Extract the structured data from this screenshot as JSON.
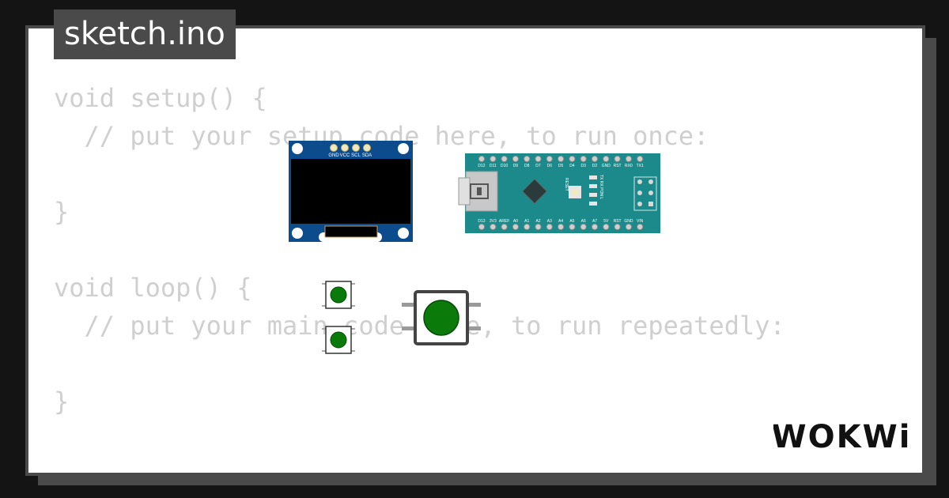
{
  "file": {
    "name": "sketch.ino"
  },
  "code": {
    "lines": [
      "void setup() {",
      "  // put your setup code here, to run once:",
      "",
      "}",
      "",
      "void loop() {",
      "  // put your main code here, to run repeatedly:",
      "",
      "}"
    ]
  },
  "oled": {
    "pins": [
      "GND",
      "VCC",
      "SCL",
      "SDA"
    ]
  },
  "nano": {
    "top_pins": [
      "D12",
      "D11",
      "D10",
      "D9",
      "D8",
      "D7",
      "D6",
      "D5",
      "D4",
      "D3",
      "D2",
      "GND",
      "RST",
      "RX0",
      "TX1"
    ],
    "bottom_pins": [
      "D13",
      "3V3",
      "AREF",
      "A0",
      "A1",
      "A2",
      "A3",
      "A4",
      "A5",
      "A6",
      "A7",
      "5V",
      "RST",
      "GND",
      "VIN"
    ],
    "labels": [
      "RESET",
      "TX RX PON L"
    ]
  },
  "brand": {
    "logo_text": "WOKWi"
  },
  "colors": {
    "pcb_teal": "#1c8a8a",
    "oled_blue": "#0d4c8c",
    "button_green": "#0a7a0a",
    "frame_gray": "#4a4a4a"
  }
}
